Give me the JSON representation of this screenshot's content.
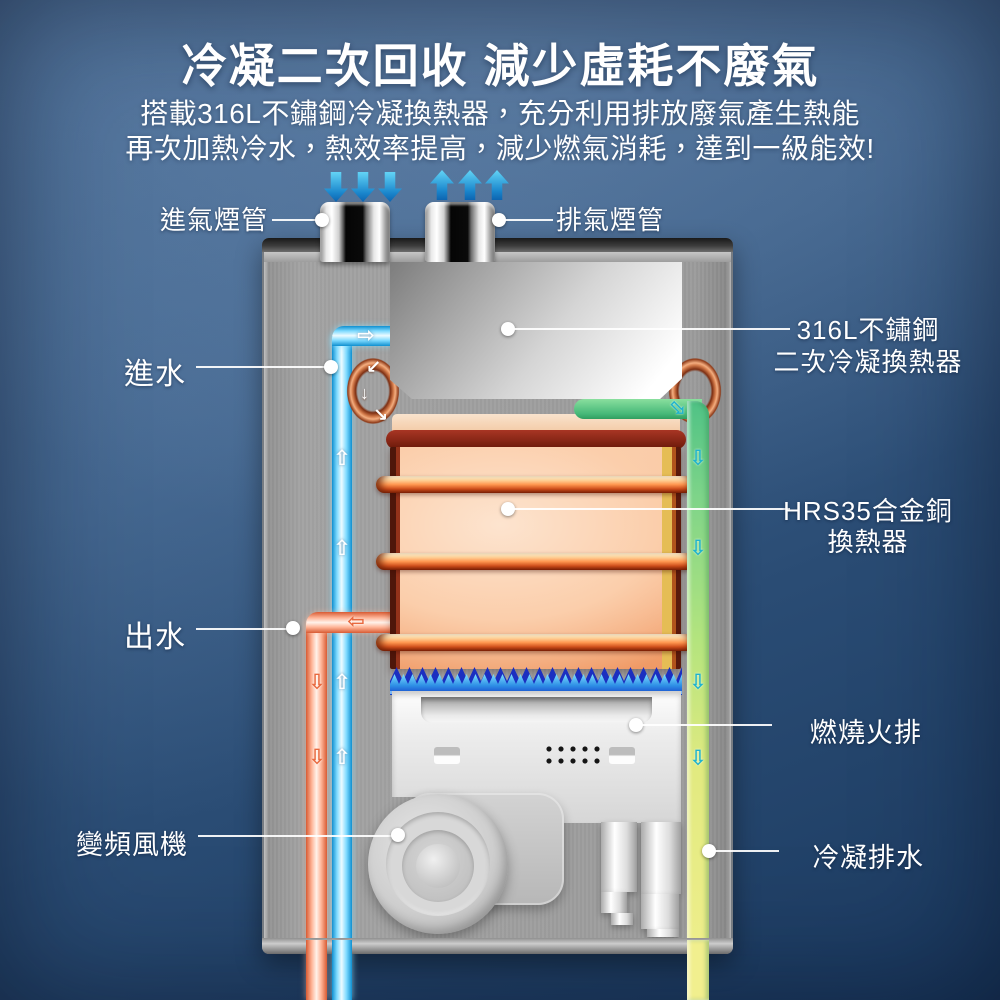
{
  "header": {
    "title": "冷凝二次回收 減少虛耗不廢氣",
    "subtitle_line1": "搭載316L不鏽鋼冷凝換熱器，充分利用排放廢氣產生熱能",
    "subtitle_line2": "再次加熱冷水，熱效率提高，減少燃氣消耗，達到一級能效!"
  },
  "callouts": {
    "intake_flue": "進氣煙管",
    "exhaust_flue": "排氣煙管",
    "water_inlet": "進水",
    "condenser_line1": "316L不鏽鋼",
    "condenser_line2": "二次冷凝換熱器",
    "hrs35_line1": "HRS35合金銅",
    "hrs35_line2": "換熱器",
    "water_outlet": "出水",
    "burner": "燃燒火排",
    "fan": "變頻風機",
    "condensate_drain": "冷凝排水"
  },
  "icons": {
    "flow_up": "⇧",
    "flow_down": "⇩",
    "flow_left": "⇦",
    "flow_right": "⇨",
    "coil_down_left": "↙",
    "coil_down": "↓",
    "coil_down_right": "↘"
  },
  "colors": {
    "background_navy": "#1b3a60",
    "background_steel_blue": "#4d7099",
    "casing_gray": "#9b9b9b",
    "cold_pipe_blue": "#35bdf2",
    "hot_pipe_orange": "#f08a66",
    "condensate_green": "#62cc8a",
    "condensate_yellow": "#f1ef8e",
    "copper_body": "#f5a97c",
    "copper_band_red": "#8e2a18",
    "flame_blue": "#1b2fc0",
    "flame_light_blue": "#70d8ff",
    "flue_arrow_blue": "#1a86cc",
    "label_white": "#ffffff"
  }
}
